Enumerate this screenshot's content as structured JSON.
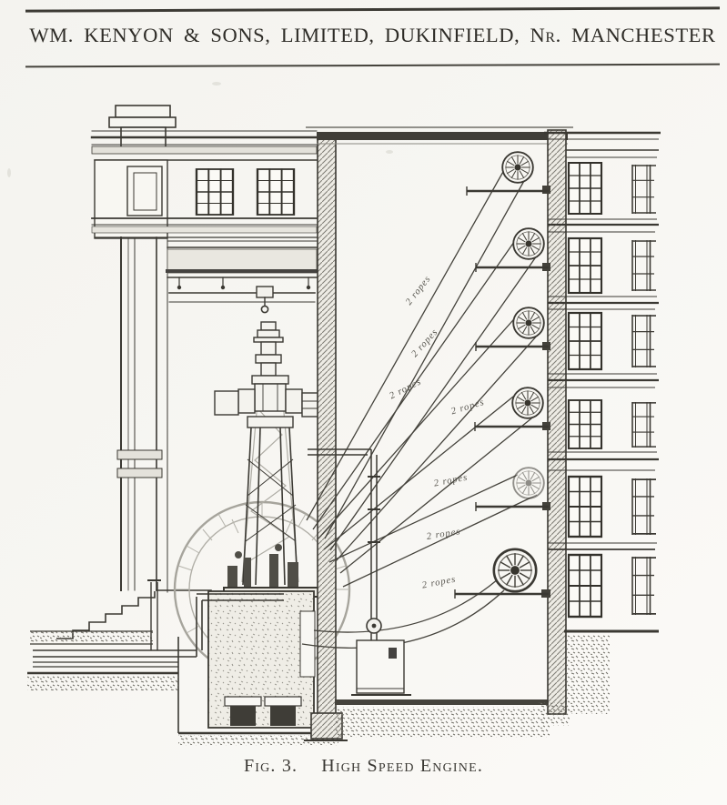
{
  "header": {
    "title": "WM. KENYON & SONS, LIMITED, DUKINFIELD, Nr. MANCHESTER"
  },
  "figure": {
    "caption_label": "Fig. 3.",
    "caption_title": "High Speed Engine.",
    "rope_labels": [
      "2 ropes",
      "2 ropes",
      "2 ropes",
      "2 ropes",
      "2 ropes",
      "2 ropes",
      "2 ropes"
    ],
    "pulley_count": 6
  },
  "colors": {
    "paper": "#f6f5f1",
    "ink": "#38362f",
    "faint_ink": "#9a9892"
  }
}
